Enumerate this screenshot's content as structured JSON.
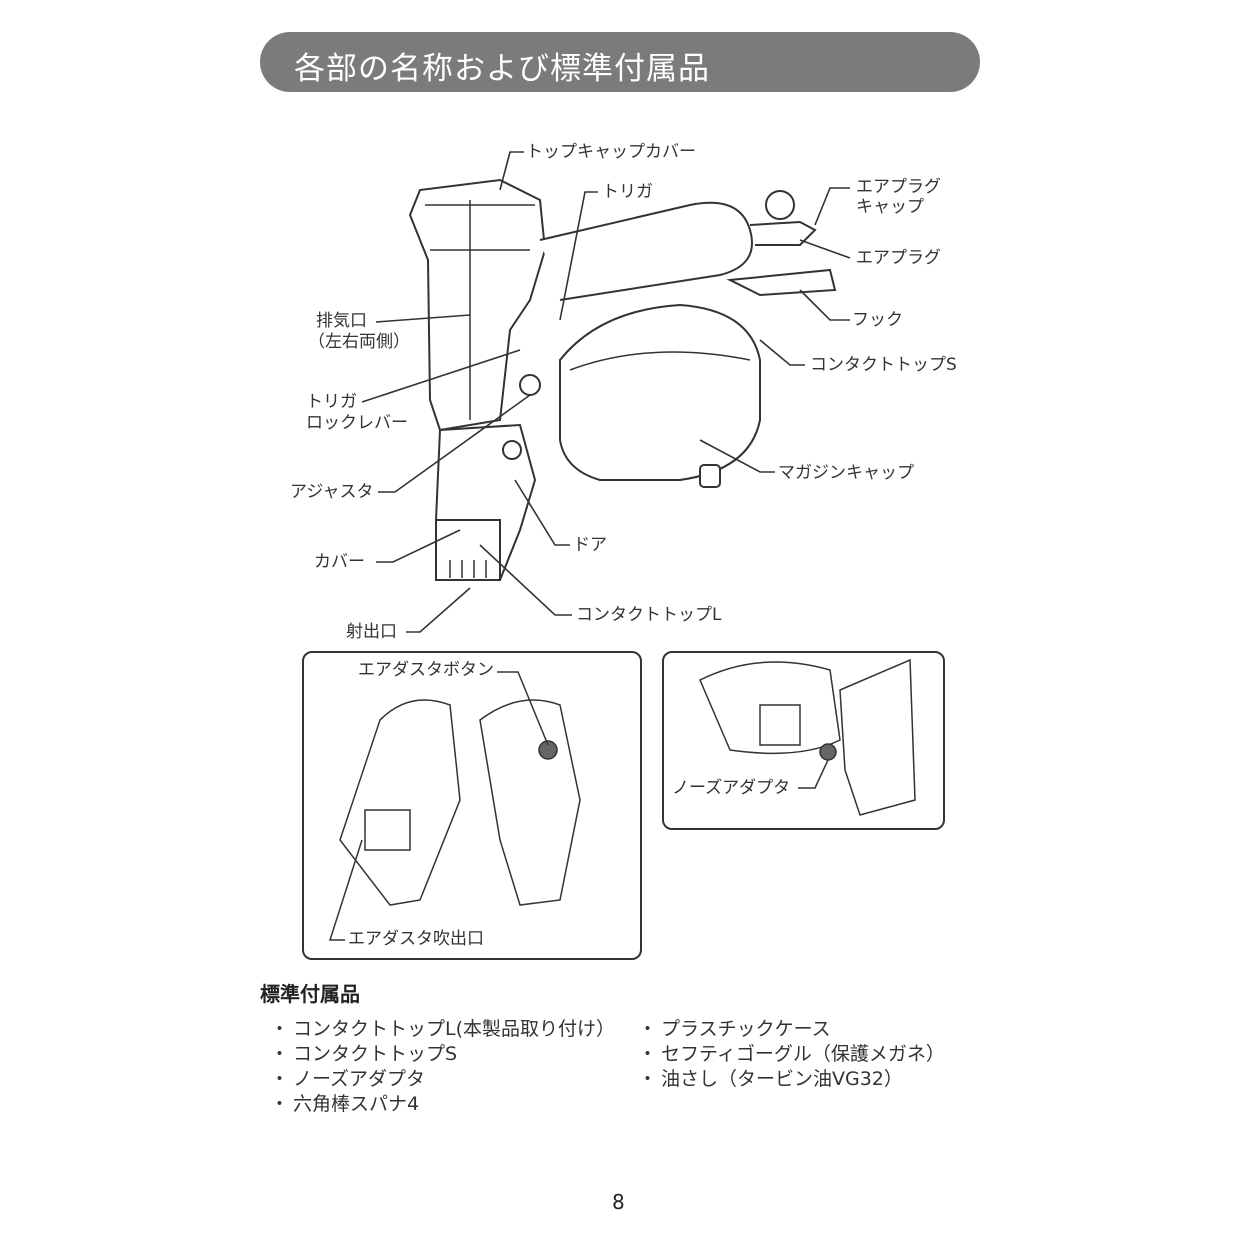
{
  "header": {
    "title": "各部の名称および標準付属品"
  },
  "labels": {
    "top_cap_cover": "トップキャップカバー",
    "trigger": "トリガ",
    "air_plug_cap_1": "エアプラグ",
    "air_plug_cap_2": "キャップ",
    "air_plug": "エアプラグ",
    "hook": "フック",
    "contact_top_s": "コンタクトトップS",
    "exhaust_1": "排気口",
    "exhaust_2": "（左右両側）",
    "trigger_lock_1": "トリガ",
    "trigger_lock_2": "ロックレバー",
    "adjuster": "アジャスタ",
    "magazine_cap": "マガジンキャップ",
    "door": "ドア",
    "cover": "カバー",
    "contact_top_l": "コンタクトトップL",
    "nozzle": "射出口",
    "air_duster_button": "エアダスタボタン",
    "air_duster_outlet": "エアダスタ吹出口",
    "nose_adapter": "ノーズアダプタ"
  },
  "accessories": {
    "title": "標準付属品",
    "bullet": "・",
    "left": [
      "コンタクトトップL(本製品取り付け）",
      "コンタクトトップS",
      "ノーズアダプタ",
      "六角棒スパナ4"
    ],
    "right": [
      "プラスチックケース",
      "セフティゴーグル（保護メガネ）",
      "油さし（タービン油VG32）"
    ]
  },
  "page_number": "8"
}
